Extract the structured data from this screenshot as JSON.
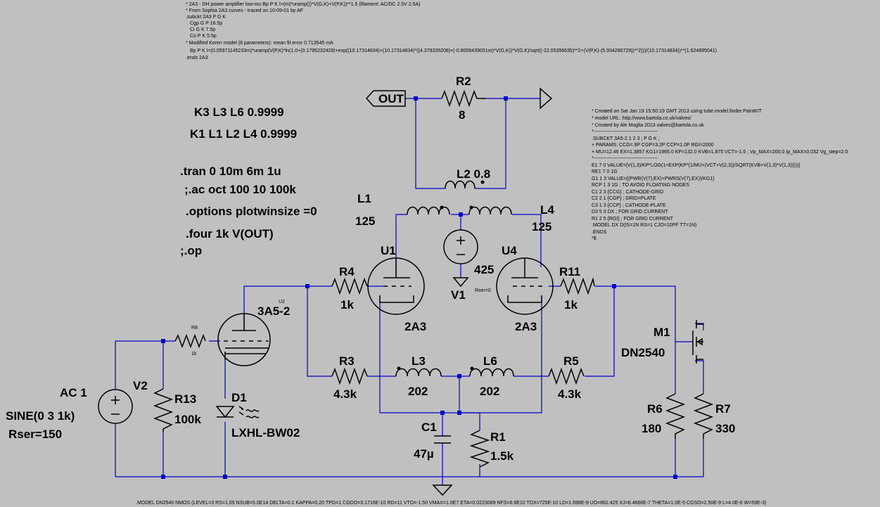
{
  "header_comment": [
    "* 2A3 - DH power amplifier low-mu Bp P K I=(m)*uramp(()*V(G,K)+V(P,K))**1.5 (filament: AC/DC 2.5V 2.5A)",
    "* From Sophia 2A3 curves - traced on 10-09-01 by AF",
    ".subckt 2A3 P G K",
    "Cgp G P 16.5p",
    "Ci G K 7.5p",
    "Co P K 5.5p",
    "* Modified Koren model (8 parameters): mean fit error 0.713545 mA",
    "Bp P K I=(0.05971145233m)*uramp(V(P,K)*ln(1.0+(0.1795232428)+exp((10.17314834)+(10.17314834)*((4.379335208)+(-0.8006439051m)*V(G,K))*V(G,K)/sqrt((-22.05356635)**2+(V(P,K)-(5.934280729))**2)))/(10.17314834))**(1.624895041)",
    ".ends 2A3"
  ],
  "spice_right": [
    "* Created on Sat Jan 19 15:50:19 GMT 2013 using tube.model.finder.PaintKIT",
    "* model URL: http://www.bartola.co.uk/valves/",
    "* Created by Ale Moglia 2013 valves@bartola.co.uk",
    "*---------------------------------------",
    ".SUBCKT 3A5-2 1 2 3 ; P G K ;",
    "+ PARAMS: CCG=.9P CGP=3.2P CCP=1.0P RGI=2000",
    "+ MU=12.46 EX=1.3857 KG1=1965.0 KP=132.0 KVB=1.875 VCT=-1.6 ; Vp_MAX=200.0 Ip_MAX=0.032 Vg_step=2.0",
    "*---------------------------------------",
    "E1 7 0 VALUE={V(1,3)/KP*LOG(1+EXP(KP*(1/MU+(VCT+V(2,3))/SQRT(KVB+V(1,3)*V(1,3)))))}",
    "RE1 7 0 1G",
    "G1 1 3 VALUE={(PWR(V(7),EX)+PWRS(V(7),EX))/KG1}",
    "RCP 1 3 1G ; TO AVOID FLOATING NODES",
    "C1 2 3 {CCG} ; CATHODE-GRID",
    "C2 2 1 {CGP} ; GRID=PLATE",
    "C3 1 3 {CCP} ; CATHODE-PLATE",
    "D3 5 3 DX ; FOR GRID CURRENT",
    "R1 2 5 {RGI} ; FOR GRID CURRENT",
    ".MODEL DX D(IS=1N RS=1 CJO=10PF TT=1N)",
    ".ENDS",
    "*$"
  ],
  "directives": {
    "k1": "K3 L3 L6 0.9999",
    "k2": "K1 L1 L2  L4 0.9999",
    "tran": ".tran 0 10m 6m 1u",
    "ac": ";.ac oct 100 10 100k",
    "options": ".options plotwinsize =0",
    "four": ".four 1k V(OUT)",
    "op": ";.op"
  },
  "bottom_model": ".MODEL DN2540 NMOS (LEVEL=3 RS=1.05 NSUB=5.0E14 DELTA=0.1 KAPPA=0.20 TPG=1 CGDO=3.1716E-10 RD=11 VTO=-1.50 VMAX=1.0E7 ETA=0.0223089 NFS=6.6E10 TOX=725E-10 LD=1.698E-9 UO=862.425 XJ=6.4666E-7 THETA=1.0E-5 CGSO=2.50E-9 L=4.0E-6 W=59E-3)",
  "components": {
    "out_label": "OUT",
    "r2_name": "R2",
    "r2_val": "8",
    "l2": "L2 0.8",
    "l1_name": "L1",
    "l1_val": "125",
    "l4_name": "L4",
    "l4_val": "125",
    "v1_val": "425",
    "v1_name": "V1",
    "v1_rser": "Rser=0",
    "u1_name": "U1",
    "u1_type": "2A3",
    "u4_name": "U4",
    "u4_type": "2A3",
    "r4_name": "R4",
    "r4_val": "1k",
    "r11_name": "R11",
    "r11_val": "1k",
    "u2_ref": "U2",
    "u2_type": "3A5-2",
    "r8_name": "R8",
    "r8_val": "1k",
    "r3_name": "R3",
    "r3_val": "4.3k",
    "l3_name": "L3",
    "l3_val": "202",
    "l6_name": "L6",
    "l6_val": "202",
    "r5_name": "R5",
    "r5_val": "4.3k",
    "m1_name": "M1",
    "m1_type": "DN2540",
    "r6_name": "R6",
    "r6_val": "180",
    "r7_name": "R7",
    "r7_val": "330",
    "c1_name": "C1",
    "c1_val": "47µ",
    "r1_name": "R1",
    "r1_val": "1.5k",
    "v2_name": "V2",
    "ac1": "AC 1",
    "sine": "SINE(0 3 1k)",
    "rser150": "Rser=150",
    "r13_name": "R13",
    "r13_val": "100k",
    "d1_name": "D1",
    "d1_type": "LXHL-BW02"
  }
}
